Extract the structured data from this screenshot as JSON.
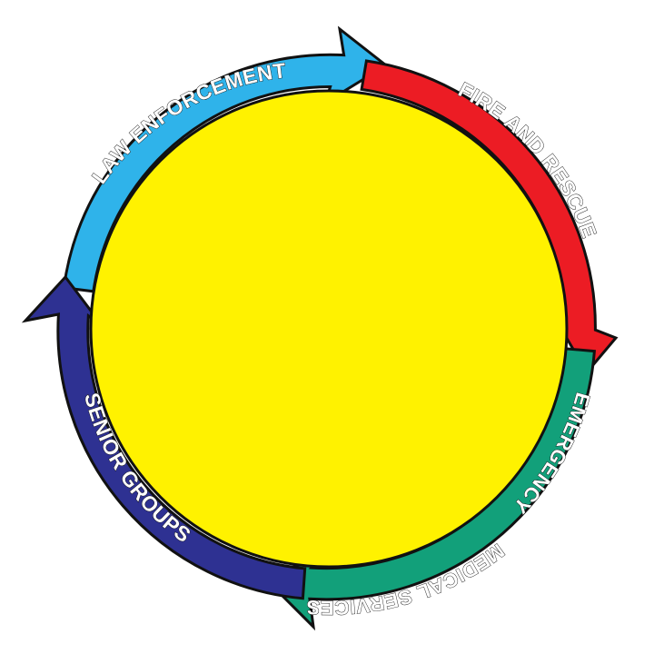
{
  "diagram": {
    "center_color": "#FFF200",
    "outline_color": "#111111",
    "segments": [
      {
        "id": "law-enforcement",
        "label": "LAW ENFORCEMENT",
        "color": "#2FB3EA"
      },
      {
        "id": "fire-and-rescue",
        "label": "FIRE AND RESCUE",
        "color": "#EC1C24"
      },
      {
        "id": "emergency",
        "label": "EMERGENCY",
        "color": "#12A07A"
      },
      {
        "id": "medical-services",
        "label": "MEDICAL SERVICES",
        "color": "#12A07A"
      },
      {
        "id": "senior-groups",
        "label": "SENIOR GROUPS",
        "color": "#2E3192"
      }
    ]
  }
}
